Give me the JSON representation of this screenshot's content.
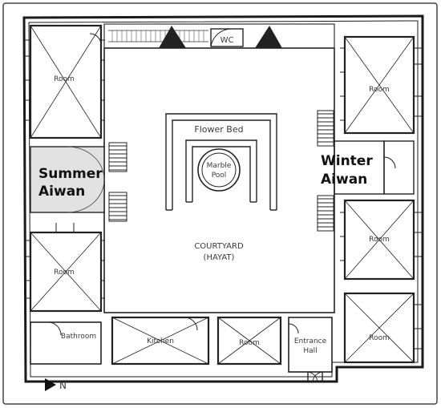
{
  "plan": {
    "labels": {
      "wc": "WC",
      "flower_bed": "Flower Bed",
      "marble_pool_1": "Marble",
      "marble_pool_2": "Pool",
      "courtyard_1": "COURTYARD",
      "courtyard_2": "(HAYAT)",
      "summer_aiwan_1": "Summer",
      "summer_aiwan_2": "Aiwan",
      "winter_aiwan_1": "Winter",
      "winter_aiwan_2": "Aiwan",
      "room": "Room",
      "bathroom": "Bathroom",
      "kitchen": "Kitchen",
      "entrance_1": "Entrance",
      "entrance_2": "Hall",
      "north": "N"
    },
    "colors": {
      "wall": "#1a1a1a",
      "line": "#333333",
      "aiwan_fill": "#e2e2e2",
      "background": "#ffffff"
    },
    "icons": {
      "north_arrow": "north-arrow-icon"
    }
  }
}
